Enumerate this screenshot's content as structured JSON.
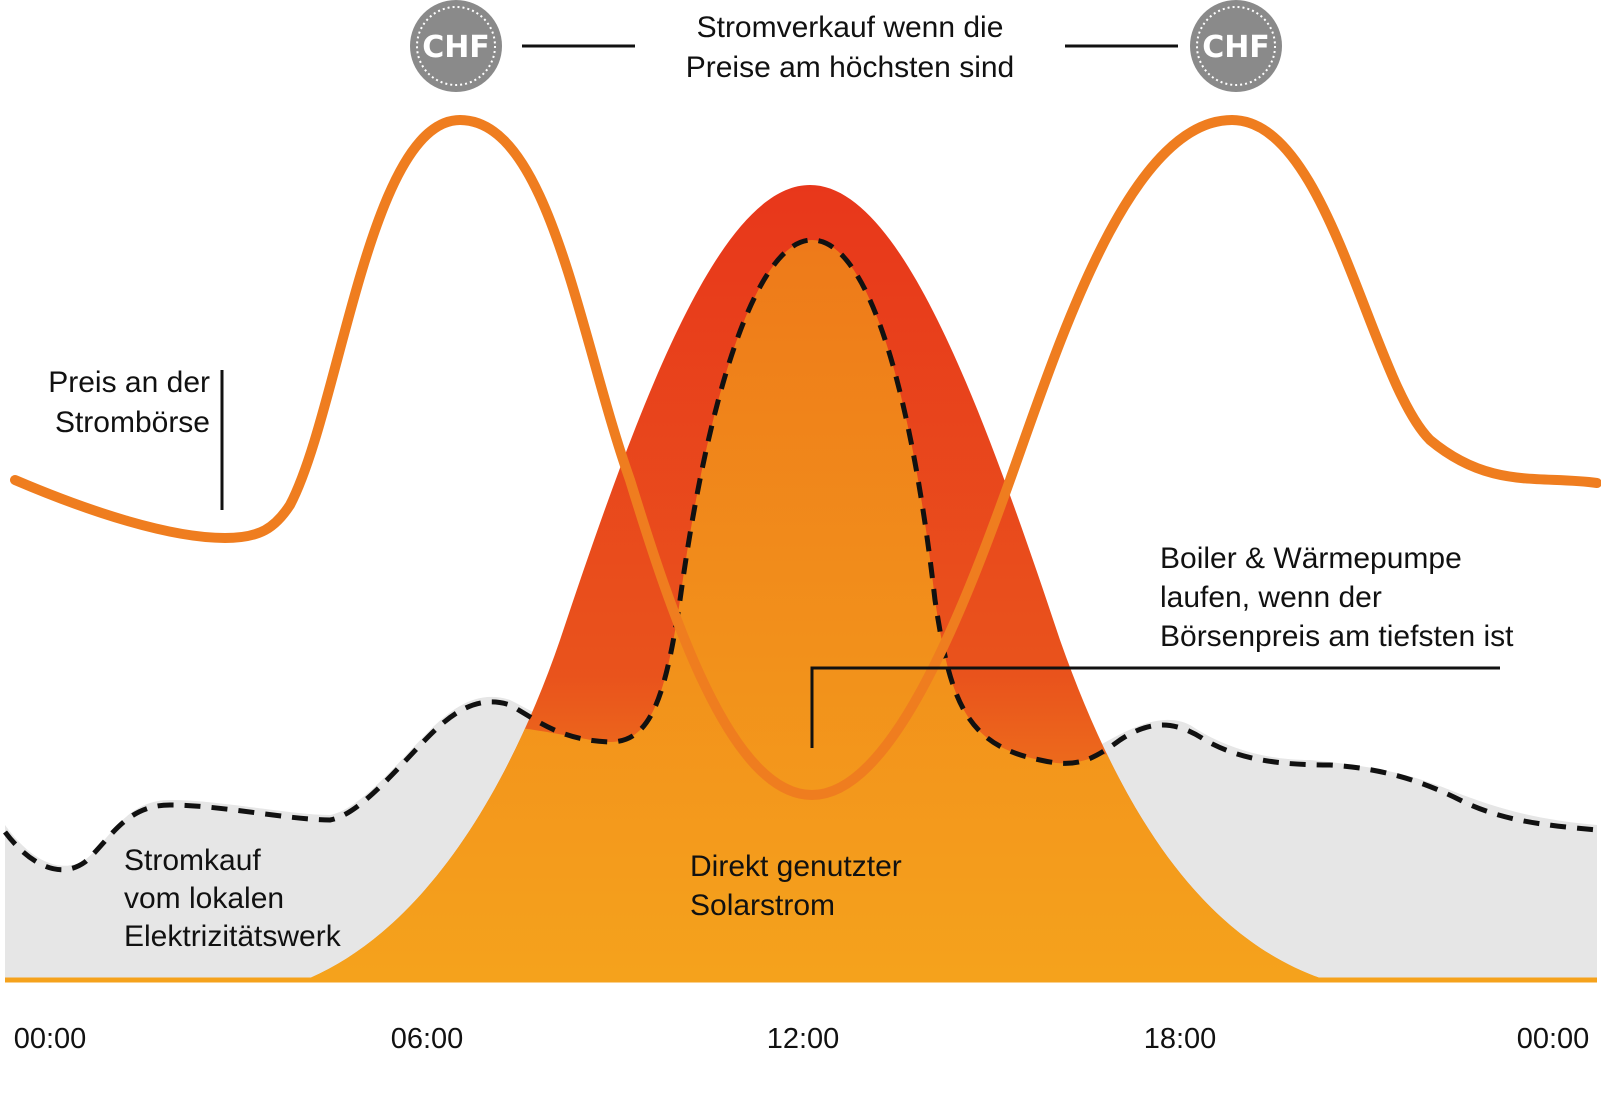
{
  "title_lines": [
    "Stromverkauf wenn die",
    "Preise am höchsten sind"
  ],
  "coin_label": "CHF",
  "labels": {
    "price": [
      "Preis an der",
      "Strombörse"
    ],
    "grid_purchase": [
      "Stromkauf",
      "vom lokalen",
      "Elektrizitätswerk"
    ],
    "solar_direct": [
      "Direkt genutzter",
      "Solarstrom"
    ],
    "boiler": [
      "Boiler & Wärmepumpe",
      "laufen, wenn der",
      "Börsenpreis am tiefsten ist"
    ]
  },
  "x_ticks": [
    "00:00",
    "06:00",
    "12:00",
    "18:00",
    "00:00"
  ],
  "colors": {
    "price_line": "#ef7d1f",
    "solar_fill_bottom": "#f5a21c",
    "solar_fill_top": "#e8371b",
    "grid_fill": "#e6e6e6",
    "consumption_dash": "#111111",
    "coin": "#8a8a8a",
    "baseline": "#f5a21c"
  }
}
